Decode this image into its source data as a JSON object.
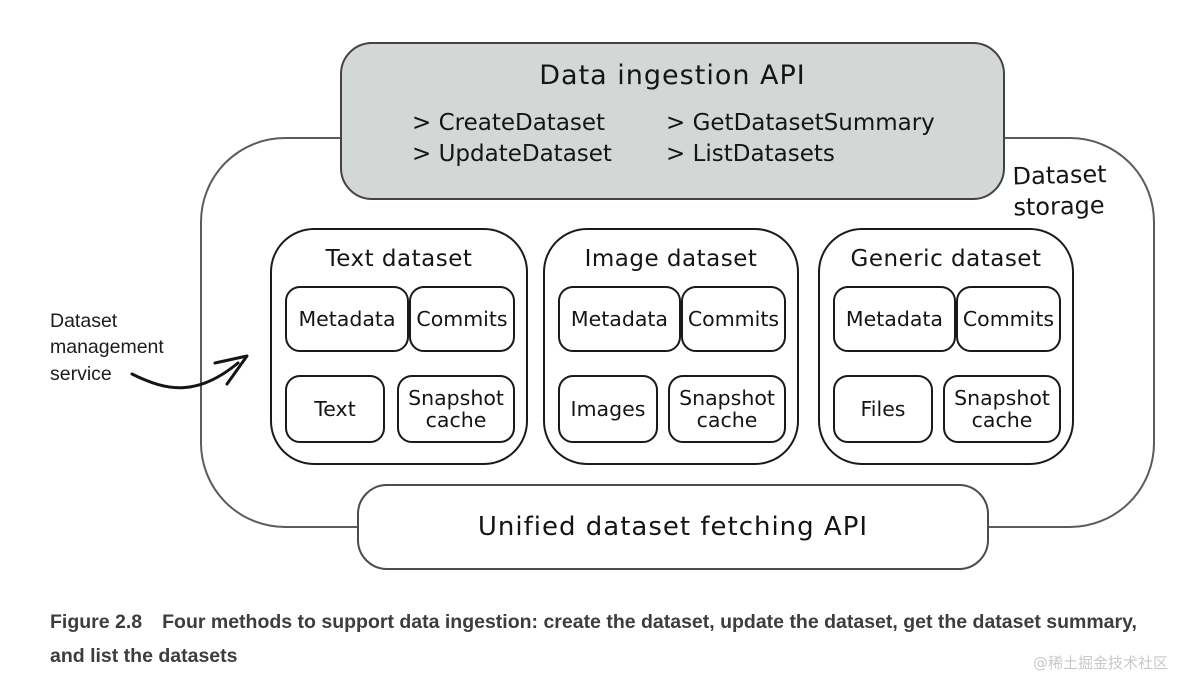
{
  "diagram": {
    "ingestion_api": {
      "title": "Data ingestion API",
      "methods": [
        "> CreateDataset",
        "> GetDatasetSummary",
        "> UpdateDataset",
        "> ListDatasets"
      ]
    },
    "storage_label": "Dataset storage",
    "management_label": "Dataset management service",
    "datasets": [
      {
        "title": "Text dataset",
        "cells": [
          "Metadata",
          "Commits",
          "Text",
          "Snapshot cache"
        ]
      },
      {
        "title": "Image dataset",
        "cells": [
          "Metadata",
          "Commits",
          "Images",
          "Snapshot cache"
        ]
      },
      {
        "title": "Generic dataset",
        "cells": [
          "Metadata",
          "Commits",
          "Files",
          "Snapshot cache"
        ]
      }
    ],
    "fetching_api": "Unified dataset fetching API"
  },
  "caption": {
    "figure": "Figure 2.8",
    "text": "Four methods to support data ingestion: create the dataset, update the dataset, get the dataset summary, and list the datasets"
  },
  "watermark": "@稀土掘金技术社区",
  "colors": {
    "api_box_fill": "#d3d7d5",
    "dark_border": "#1a1a1a",
    "outer_border": "#5c5c5c",
    "caption_text": "#3d3d3d",
    "watermark_text": "#c9c9c9"
  }
}
